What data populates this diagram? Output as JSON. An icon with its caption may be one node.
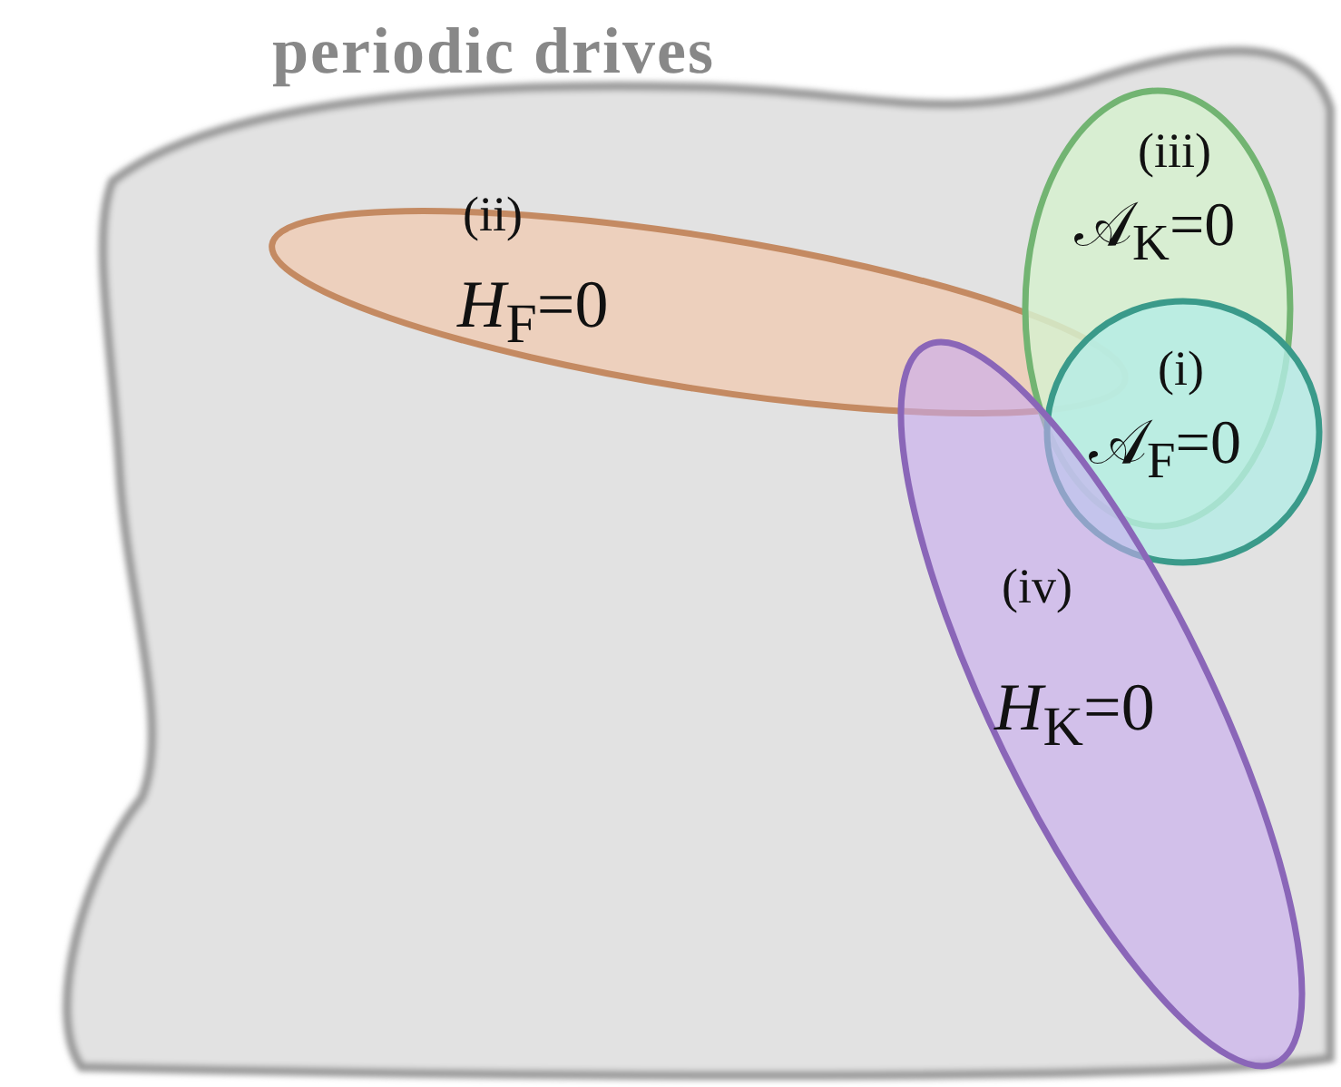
{
  "diagram": {
    "nodes": [
      {
        "text": [
          "periodic drives"
        ]
      },
      {
        "text": [
          "(ii)",
          "*H*$_{F}$=0"
        ],
        "in": 0
      },
      {
        "text": [
          "(iii)",
          "𝒜$_{K}$=0"
        ],
        "in": 0
      },
      {
        "text": [
          "(i)",
          "𝒜$_{F}$=0"
        ],
        "in": 0
      },
      {
        "text": [
          "(iv)",
          "*H*$_{K}$=0"
        ],
        "in": 0
      }
    ]
  }
}
